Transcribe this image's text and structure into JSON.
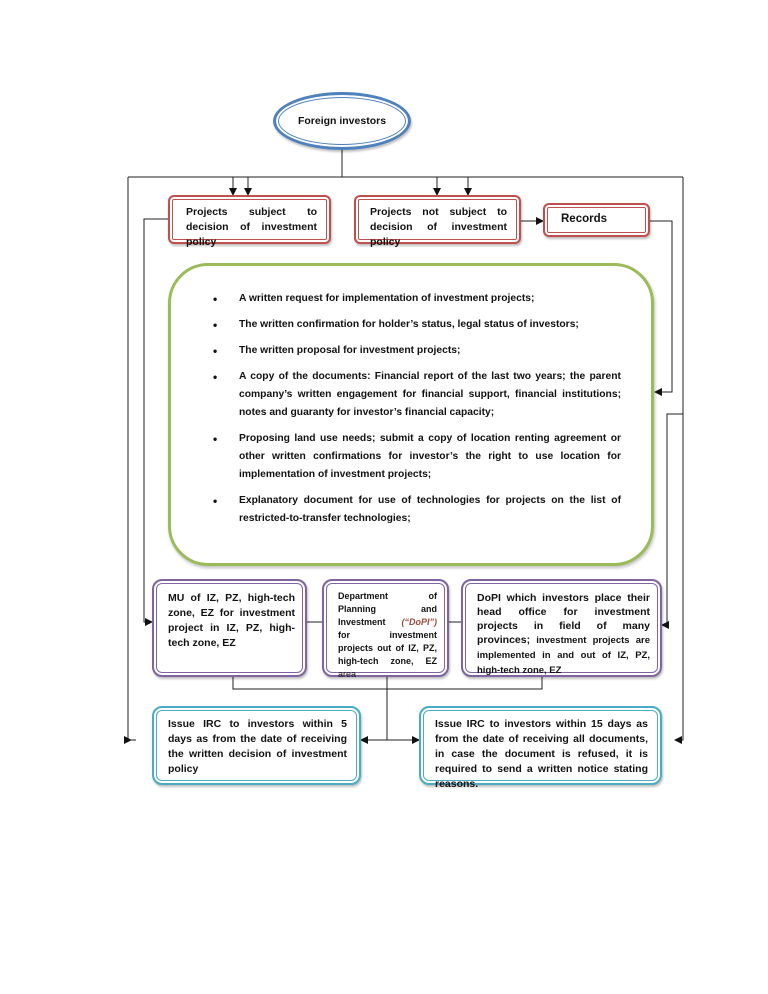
{
  "start": {
    "label": "Foreign investors"
  },
  "branches": {
    "subject": "Projects subject to decision of investment policy",
    "not_subject": "Projects not subject to decision of investment policy",
    "records": "Records"
  },
  "requirements": [
    "A written request for implementation of investment projects;",
    "The written confirmation for holder’s status, legal status of investors;",
    "The written proposal for investment projects;",
    "A copy of the documents: Financial report of the last two years; the parent company’s written engagement for financial support, financial institutions; notes and guaranty for investor’s financial capacity;",
    "Proposing land use needs; submit a copy of location renting agreement or other written confirmations for investor’s the right to use location for implementation of investment projects;",
    "Explanatory document for use of technologies for projects on the list of restricted-to-transfer technologies;"
  ],
  "authorities": {
    "mu": "MU of IZ, PZ, high-tech zone, EZ for investment project in IZ, PZ, high-tech zone, EZ",
    "dopi_pre": "Department of Planning and Investment ",
    "dopi_abbr": "(“DoPI”)",
    "dopi_mid": " for investment projects out of IZ, PZ, high-tech zone, EZ",
    "dopi_end": " area",
    "dopi_head": "DoPI which investors place their head office for investment projects in field of many provinces;",
    "dopi_head_tail": " investment projects are implemented in and out of IZ, PZ, high-tech zone, EZ"
  },
  "outcomes": {
    "five_days": "Issue IRC to investors within 5 days as from the date of receiving the written decision of investment policy",
    "fifteen_days": "Issue IRC to investors within 15 days as from the date of receiving all documents, in case the document is refused, it is required to send a written notice stating reasons."
  }
}
